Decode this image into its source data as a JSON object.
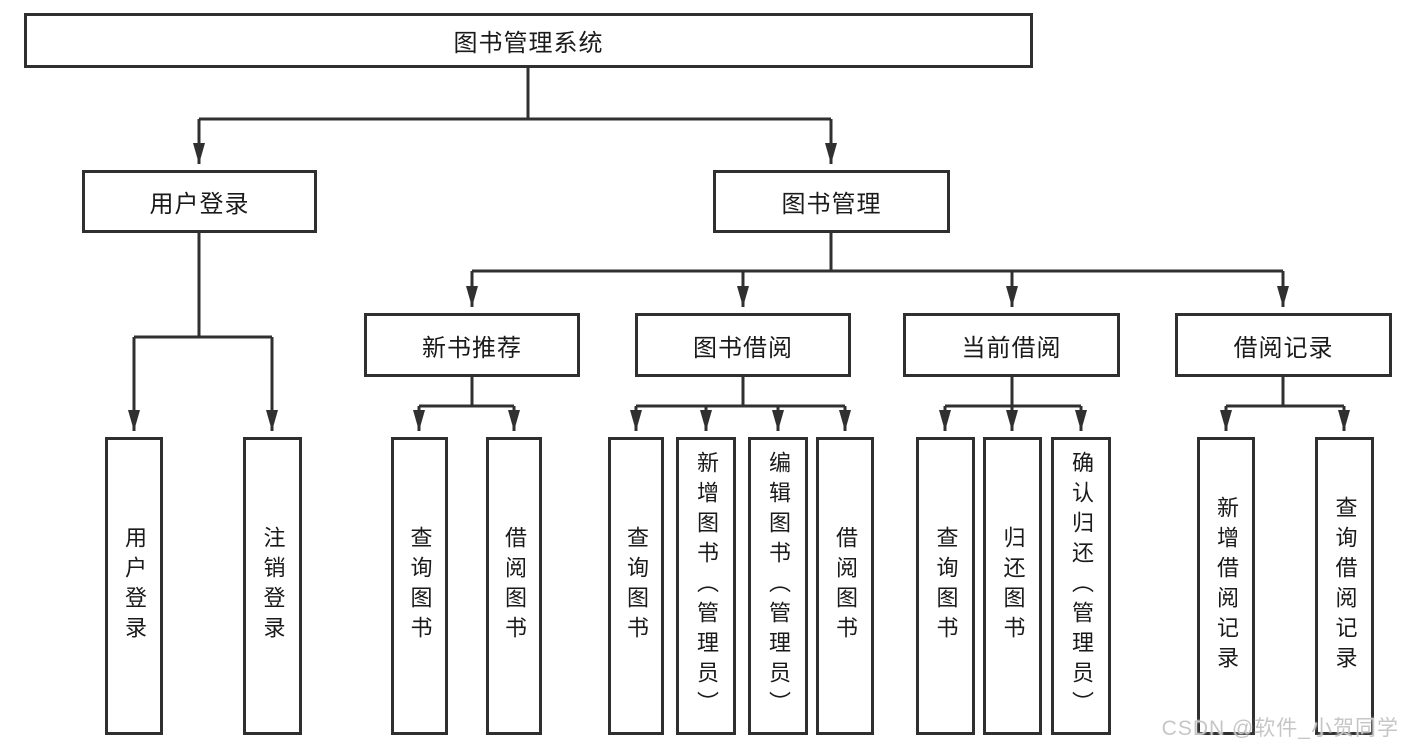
{
  "tree": {
    "label": "图书管理系统",
    "children": [
      {
        "label": "用户登录",
        "children": [
          {
            "label": "用户登录"
          },
          {
            "label": "注销登录"
          }
        ]
      },
      {
        "label": "图书管理",
        "children": [
          {
            "label": "新书推荐",
            "children": [
              {
                "label": "查询图书"
              },
              {
                "label": "借阅图书"
              }
            ]
          },
          {
            "label": "图书借阅",
            "children": [
              {
                "label": "查询图书"
              },
              {
                "label": "新增图书（管理员）"
              },
              {
                "label": "编辑图书（管理员）"
              },
              {
                "label": "借阅图书"
              }
            ]
          },
          {
            "label": "当前借阅",
            "children": [
              {
                "label": "查询图书"
              },
              {
                "label": "归还图书"
              },
              {
                "label": "确认归还（管理员）"
              }
            ]
          },
          {
            "label": "借阅记录",
            "children": [
              {
                "label": "新增借阅记录"
              },
              {
                "label": "查询借阅记录"
              }
            ]
          }
        ]
      }
    ]
  },
  "watermark": "CSDN @软件_小贺同学",
  "colors": {
    "line": "#303030",
    "border": "#2f2f2f",
    "text": "#1a1a1a",
    "watermark": "#c6c6c6",
    "background": "#ffffff"
  }
}
